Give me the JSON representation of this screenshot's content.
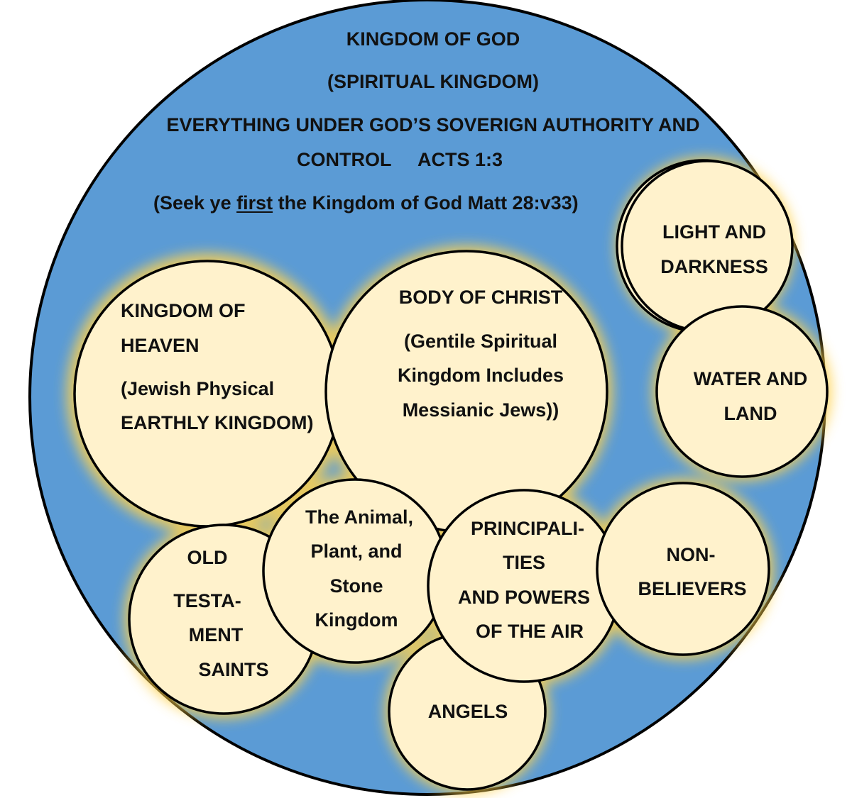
{
  "colors": {
    "outer_fill": "#5b9bd5",
    "circle_fill": "#fff2cc",
    "stroke": "#000000",
    "glow": "#ffcc33"
  },
  "header": {
    "line1": "KINGDOM OF GOD",
    "line2": "(SPIRITUAL KINGDOM)",
    "line3": "EVERYTHING UNDER GOD’S SOVERIGN AUTHORITY AND",
    "line4_a": "CONTROL",
    "line4_b": "ACTS 1:3",
    "line5_a": "(Seek ye ",
    "line5_b": "first",
    "line5_c": " the Kingdom of God Matt 28:v33)"
  },
  "circles": {
    "heaven": {
      "line1": "KINGDOM OF",
      "line2": "HEAVEN",
      "line3": "(Jewish Physical",
      "line4": "EARTHLY KINGDOM)"
    },
    "body_of_christ": {
      "line1": "BODY OF CHRIST",
      "line2": "(Gentile Spiritual",
      "line3": "Kingdom Includes",
      "line4": "Messianic Jews))"
    },
    "light": {
      "line1": "LIGHT AND",
      "line2": "DARKNESS"
    },
    "water": {
      "line1": "WATER AND",
      "line2": "LAND"
    },
    "old_testament": {
      "line1": "OLD",
      "line2": "TESTA-",
      "line3": "MENT",
      "line4": "SAINTS"
    },
    "animal": {
      "line1": "The Animal,",
      "line2": "Plant, and",
      "line3": "Stone",
      "line4": "Kingdom"
    },
    "principalities": {
      "line1": "PRINCIPALI-",
      "line2": "TIES",
      "line3": "AND POWERS",
      "line4": "OF THE AIR"
    },
    "non_believers": {
      "line1": "NON-",
      "line2": "BELIEVERS"
    },
    "angels": {
      "line1": "ANGELS"
    }
  }
}
